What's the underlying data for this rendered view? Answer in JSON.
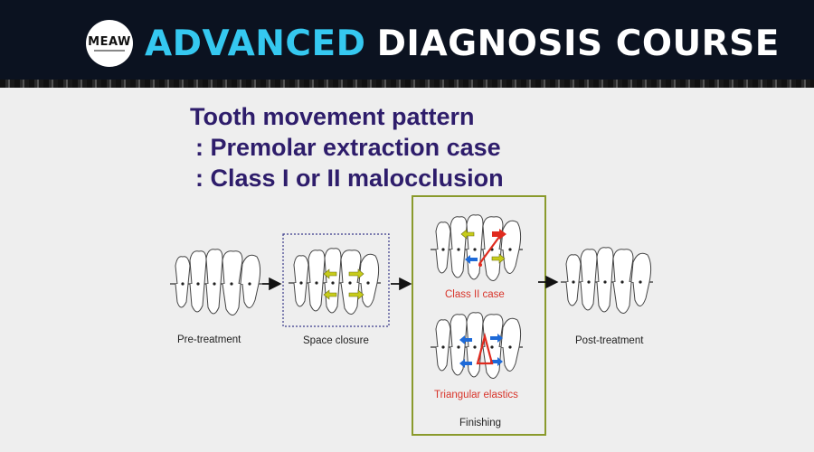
{
  "banner": {
    "logo_text": "MEAW",
    "title_accent": "ADVANCED",
    "title_main": "DIAGNOSIS COURSE"
  },
  "slide": {
    "title_lines": [
      "Tooth movement pattern",
      " : Premolar extraction case",
      " : Class I or II malocclusion"
    ],
    "stages": {
      "pre_treatment": "Pre-treatment",
      "space_closure": "Space closure",
      "class_ii_case": "Class II case",
      "triangular_elastics": "Triangular elastics",
      "finishing": "Finishing",
      "post_treatment": "Post-treatment"
    }
  },
  "colors": {
    "banner_bg": "#0b1220",
    "accent": "#35c8f0",
    "title_purple": "#2e1d6b",
    "red_label": "#d8342a",
    "olive_box": "#8a9a2c",
    "dotted_box": "#3a3a8a",
    "arrow_yellow": "#c7cc1a",
    "arrow_red": "#e02a1e",
    "arrow_blue": "#1e6ad8"
  }
}
